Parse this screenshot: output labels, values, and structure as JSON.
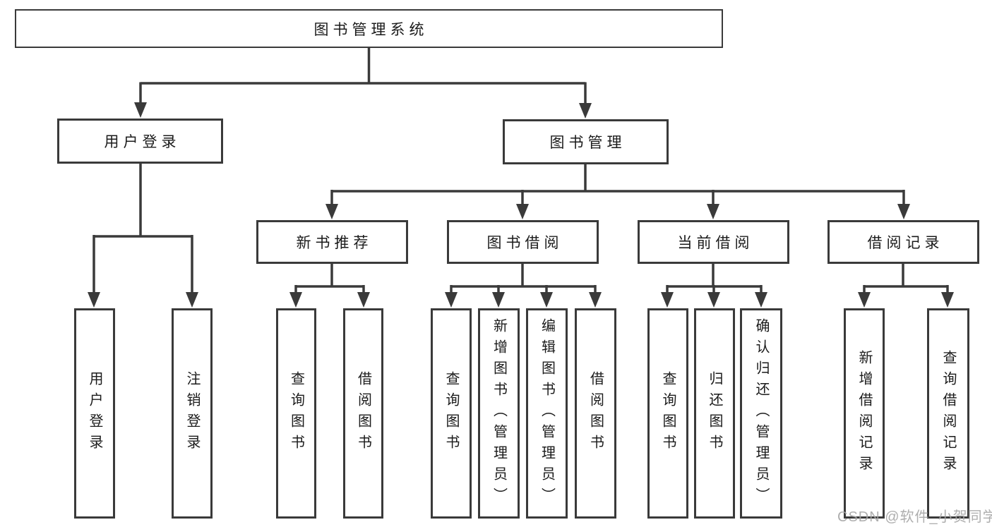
{
  "diagram": {
    "root": "图书管理系统",
    "level1": [
      "用户登录",
      "图书管理"
    ],
    "level2": [
      "新书推荐",
      "图书借阅",
      "当前借阅",
      "借阅记录"
    ],
    "leaves_user_login": [
      "用户登录",
      "注销登录"
    ],
    "leaves_new_books": [
      "查询图书",
      "借阅图书"
    ],
    "leaves_book_borrow": [
      "查询图书",
      "新增图书（管理员）",
      "编辑图书（管理员）",
      "借阅图书"
    ],
    "leaves_current_borrow": [
      "查询图书",
      "归还图书",
      "确认归还（管理员）"
    ],
    "leaves_borrow_records": [
      "新增借阅记录",
      "查询借阅记录"
    ]
  },
  "watermark": "CSDN @软件_小贺同学",
  "colors": {
    "line": "#3a3a3a",
    "text": "#1b1b1b",
    "watermark": "#a5a5a5",
    "background": "#ffffff"
  }
}
